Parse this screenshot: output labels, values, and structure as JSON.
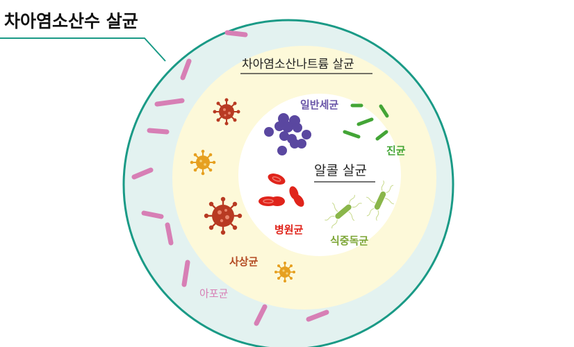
{
  "title": "차아염소산수 살균",
  "zones": {
    "outer": {
      "label": "차아염소산나트륨 살균",
      "fill": "#e3f2f0",
      "stroke": "#1a9a86"
    },
    "middle": {
      "fill": "#fdf9d9"
    },
    "inner": {
      "label": "알콜 살균",
      "fill": "#ffffff"
    }
  },
  "organisms": {
    "general_bacteria": {
      "label": "일반세균",
      "color": "#6a56a8"
    },
    "fungi": {
      "label": "진균",
      "color": "#43a536"
    },
    "pathogenic_bacteria": {
      "label": "병원균",
      "color": "#e0241b"
    },
    "food_poisoning_bacteria": {
      "label": "식중독균",
      "color": "#7da636"
    },
    "filamentous_fungi": {
      "label": "사상균",
      "color": "#b34a22"
    },
    "spores": {
      "label": "아포균",
      "color": "#d77fb5"
    }
  },
  "icons": {
    "general": "bacteria-cluster-icon",
    "fungi": "rod-bacteria-icon",
    "pathogen": "red-blood-cell-icon",
    "food": "flagellated-bacteria-icon",
    "virus": "virus-icon",
    "spore": "spore-rod-icon"
  },
  "colors": {
    "virus_red": "#b83a22",
    "virus_orange": "#e6a020",
    "spore_pink": "#d77fb5",
    "bacteria_purple": "#5a47a0",
    "fungi_green": "#43a536",
    "blood_red": "#e0241b",
    "food_green": "#8ab64a"
  }
}
